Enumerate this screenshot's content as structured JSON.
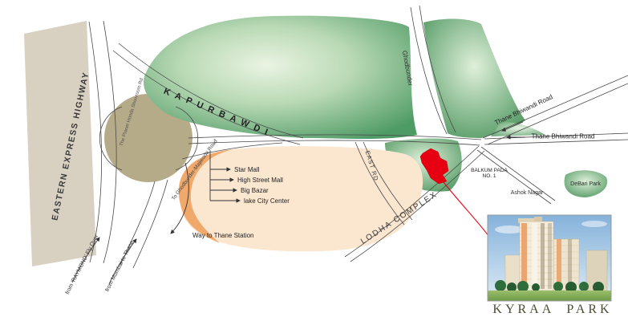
{
  "project": {
    "name": "KYRAA PARK"
  },
  "map": {
    "roads": {
      "eastern_express_highway": "EASTERN EXPRESS HIGHWAY",
      "kapurbawdi": "KAPURBAWDI",
      "ghodbunder": "Ghodbunder",
      "thane_bhiwandi_road_upper": "Thane Bhiwandi Road",
      "thane_bhiwandi_road_east": "Thane Bhiwandi Road",
      "east_rd": "EAST RD",
      "to_ghodbunder_majiwada": "To Ghodbunder-Majiwada Road",
      "service_road": "The Planet Honda Showroom Rd"
    },
    "areas": {
      "lodha_complex": "LODHA COMPLEX",
      "balkum_pada": "BALKUM PADA NO. 1",
      "ashok_nagar": "Ashok Nagar",
      "debari_park": "DeBari Park"
    },
    "landmarks": [
      "Star Mall",
      "High Street Mall",
      "Big Bazar",
      "lake City Center"
    ],
    "directions": {
      "way_to_thane_station": "Way to Thane Station",
      "from_raymond_flyover": "from 'RAYMOND' Fly Over",
      "from_mumbai_to_thane": "from Mumbai to Thane"
    },
    "colors": {
      "green_area": "#4f9b66",
      "highway_band": "#d8d1c2",
      "junction_circle": "#b6ab89",
      "complex_area": "#fbe6cf",
      "location_marker": "#e60012"
    }
  }
}
